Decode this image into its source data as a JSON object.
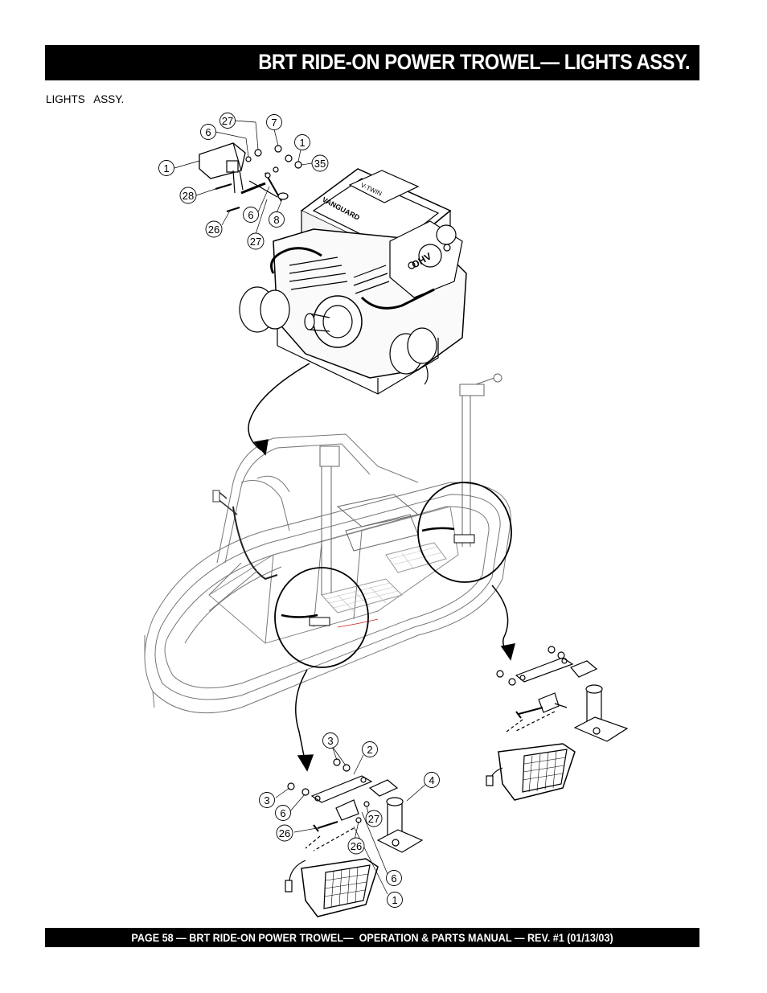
{
  "header": {
    "title": "BRT RIDE-ON POWER TROWEL— LIGHTS ASSY."
  },
  "section": {
    "label": "LIGHTS   ASSY."
  },
  "callouts": {
    "engine": [
      "27",
      "6",
      "7",
      "1",
      "1",
      "35",
      "28",
      "6",
      "8",
      "26",
      "27"
    ],
    "light_left": [
      "3",
      "2",
      "4",
      "3",
      "6",
      "27",
      "26",
      "26",
      "6",
      "1"
    ]
  },
  "engine_labels": {
    "brand": "VANGUARD",
    "model": "V-TWIN",
    "logo": "OHV"
  },
  "footer": {
    "text": "PAGE 58 — BRT RIDE-ON POWER TROWEL—  OPERATION & PARTS MANUAL — REV. #1 (01/13/03)"
  }
}
